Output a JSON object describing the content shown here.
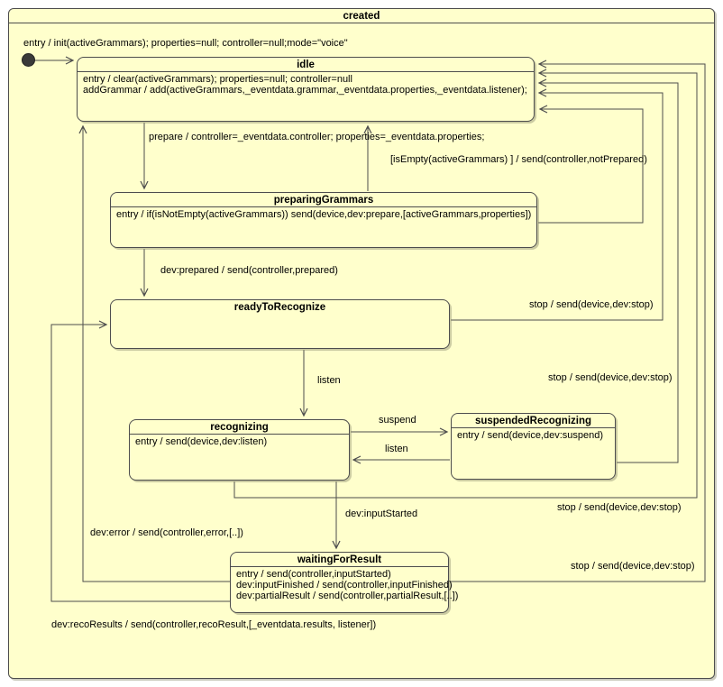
{
  "diagram": {
    "type": "uml-state-machine",
    "colors": {
      "state_fill": "#ffffcc",
      "stroke": "#4d4d4d",
      "text": "#000000",
      "background": "#ffffff"
    },
    "root_state": {
      "title": "created",
      "entry_action": "entry / init(activeGrammars); properties=null; controller=null;mode=\"voice\""
    },
    "states": {
      "idle": {
        "title": "idle",
        "actions": [
          "entry / clear(activeGrammars); properties=null; controller=null",
          "addGrammar / add(activeGrammars,_eventdata.grammar,_eventdata.properties,_eventdata.listener);"
        ]
      },
      "preparingGrammars": {
        "title": "preparingGrammars",
        "actions": [
          "entry / if(isNotEmpty(activeGrammars)) send(device,dev:prepare,[activeGrammars,properties])"
        ]
      },
      "readyToRecognize": {
        "title": "readyToRecognize",
        "actions": []
      },
      "recognizing": {
        "title": "recognizing",
        "actions": [
          "entry / send(device,dev:listen)"
        ]
      },
      "suspendedRecognizing": {
        "title": "suspendedRecognizing",
        "actions": [
          "entry / send(device,dev:suspend)"
        ]
      },
      "waitingForResult": {
        "title": "waitingForResult",
        "actions": [
          "entry / send(controller,inputStarted)",
          "dev:inputFinished / send(controller,inputFinished)",
          "dev:partialResult / send(controller,partialResult,[..])"
        ]
      }
    },
    "transitions": {
      "prepare": "prepare / controller=_eventdata.controller; properties=_eventdata.properties;",
      "not_prepared": "[isEmpty(activeGrammars) ] / send(controller,notPrepared)",
      "dev_prepared": "dev:prepared / send(controller,prepared)",
      "stop_ready": "stop / send(device,dev:stop)",
      "stop_suspended": "stop / send(device,dev:stop)",
      "stop_recognizing": "stop / send(device,dev:stop)",
      "stop_waiting": "stop / send(device,dev:stop)",
      "listen_down": "listen",
      "suspend": "suspend",
      "listen_back": "listen",
      "dev_input_started": "dev:inputStarted",
      "dev_error": "dev:error / send(controller,error,[..])",
      "dev_reco_results": "dev:recoResults / send(controller,recoResult,[_eventdata.results, listener])"
    }
  }
}
